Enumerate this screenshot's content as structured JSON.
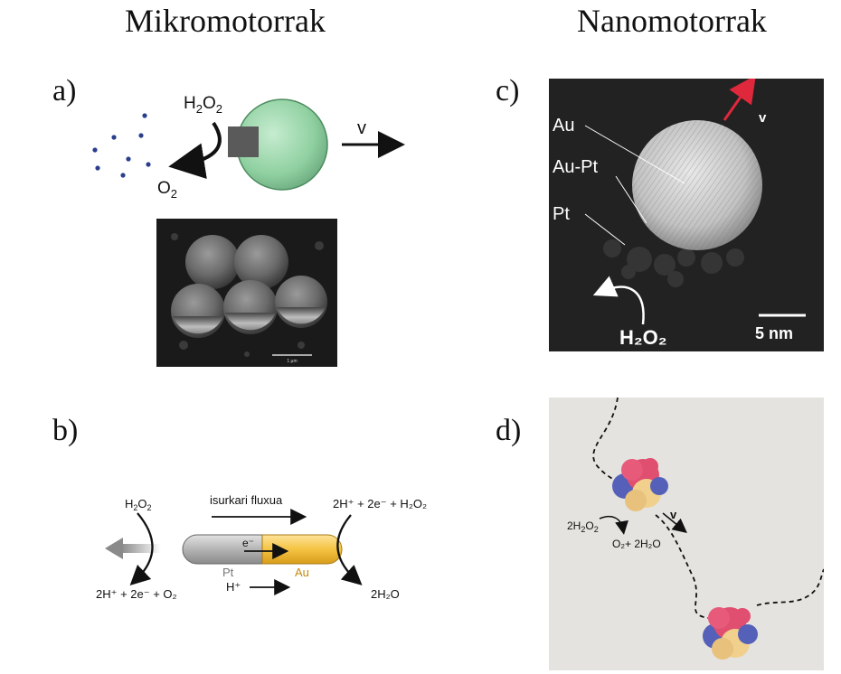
{
  "headings": {
    "left": "Mikromotorrak",
    "right": "Nanomotorrak"
  },
  "panel_labels": {
    "a": "a)",
    "b": "b)",
    "c": "c)",
    "d": "d)"
  },
  "panel_a": {
    "reactant_main": "H",
    "reactant_sub1": "2",
    "reactant_o": "O",
    "reactant_sub2": "2",
    "product_main": "O",
    "product_sub": "2",
    "velocity": "v",
    "sphere_color": "#8fd0a0",
    "sem_scale": "1 µm"
  },
  "panel_b": {
    "flux_label": "isurkari fluxua",
    "left_top": "H",
    "left_top_sub1": "2",
    "left_top_o": "O",
    "left_top_sub2": "2",
    "left_bottom": "2H⁺ + 2e⁻ + O₂",
    "right_top": "2H⁺ + 2e⁻ + H₂O₂",
    "right_bottom": "2H₂O",
    "electron": "e⁻",
    "proton": "H⁺",
    "pt_label": "Pt",
    "au_label": "Au",
    "au_color": "#f5c342",
    "pt_color": "#b4b4b4"
  },
  "panel_c": {
    "label_au": "Au",
    "label_aupt": "Au-Pt",
    "label_pt": "Pt",
    "velocity": "v",
    "reactant": "H₂O₂",
    "scale_bar": "5 nm",
    "arrow_color": "#e0283c"
  },
  "panel_d": {
    "reactant_main": "2H",
    "reactant_sub1": "2",
    "reactant_o": "O",
    "reactant_sub2": "2",
    "product": "O₂+ 2H₂O",
    "velocity": "v",
    "background_color": "#e4e3df"
  }
}
